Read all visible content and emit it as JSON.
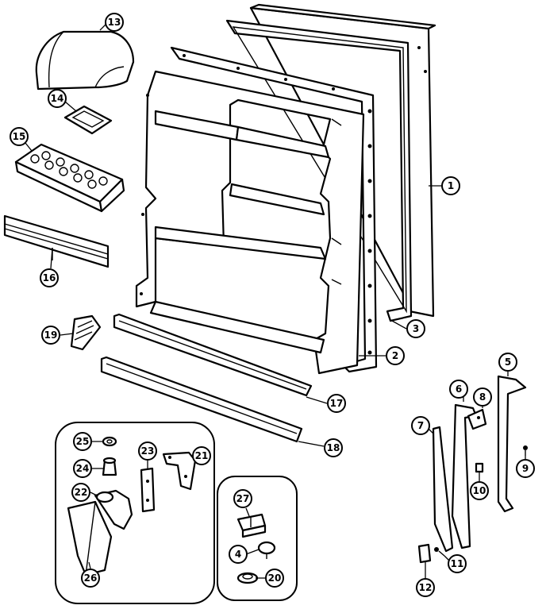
{
  "diagram": {
    "callouts": [
      {
        "id": "c1",
        "label": "1"
      },
      {
        "id": "c2",
        "label": "2"
      },
      {
        "id": "c3",
        "label": "3"
      },
      {
        "id": "c4",
        "label": "4"
      },
      {
        "id": "c5",
        "label": "5"
      },
      {
        "id": "c6",
        "label": "6"
      },
      {
        "id": "c7",
        "label": "7"
      },
      {
        "id": "c8",
        "label": "8"
      },
      {
        "id": "c9",
        "label": "9"
      },
      {
        "id": "c10",
        "label": "10"
      },
      {
        "id": "c11",
        "label": "11"
      },
      {
        "id": "c12",
        "label": "12"
      },
      {
        "id": "c13",
        "label": "13"
      },
      {
        "id": "c14",
        "label": "14"
      },
      {
        "id": "c15",
        "label": "15"
      },
      {
        "id": "c16",
        "label": "16"
      },
      {
        "id": "c17",
        "label": "17"
      },
      {
        "id": "c18",
        "label": "18"
      },
      {
        "id": "c19",
        "label": "19"
      },
      {
        "id": "c20",
        "label": "20"
      },
      {
        "id": "c21",
        "label": "21"
      },
      {
        "id": "c22",
        "label": "22"
      },
      {
        "id": "c23",
        "label": "23"
      },
      {
        "id": "c24",
        "label": "24"
      },
      {
        "id": "c25",
        "label": "25"
      },
      {
        "id": "c26",
        "label": "26"
      },
      {
        "id": "c27",
        "label": "27"
      }
    ]
  }
}
